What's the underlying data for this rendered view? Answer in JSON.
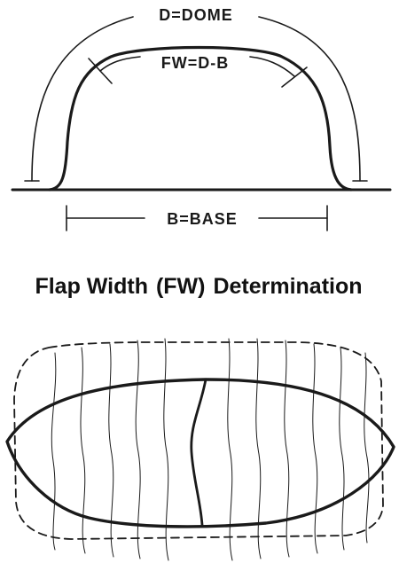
{
  "top_diagram": {
    "dome_label": "D=DOME",
    "flap_width_label": "FW=D-B",
    "base_label": "B=BASE"
  },
  "title": {
    "prefix": "Flap Width",
    "abbr": "(FW)",
    "suffix": "Determination"
  },
  "colors": {
    "ink": "#1a1a1a",
    "background": "#ffffff"
  }
}
